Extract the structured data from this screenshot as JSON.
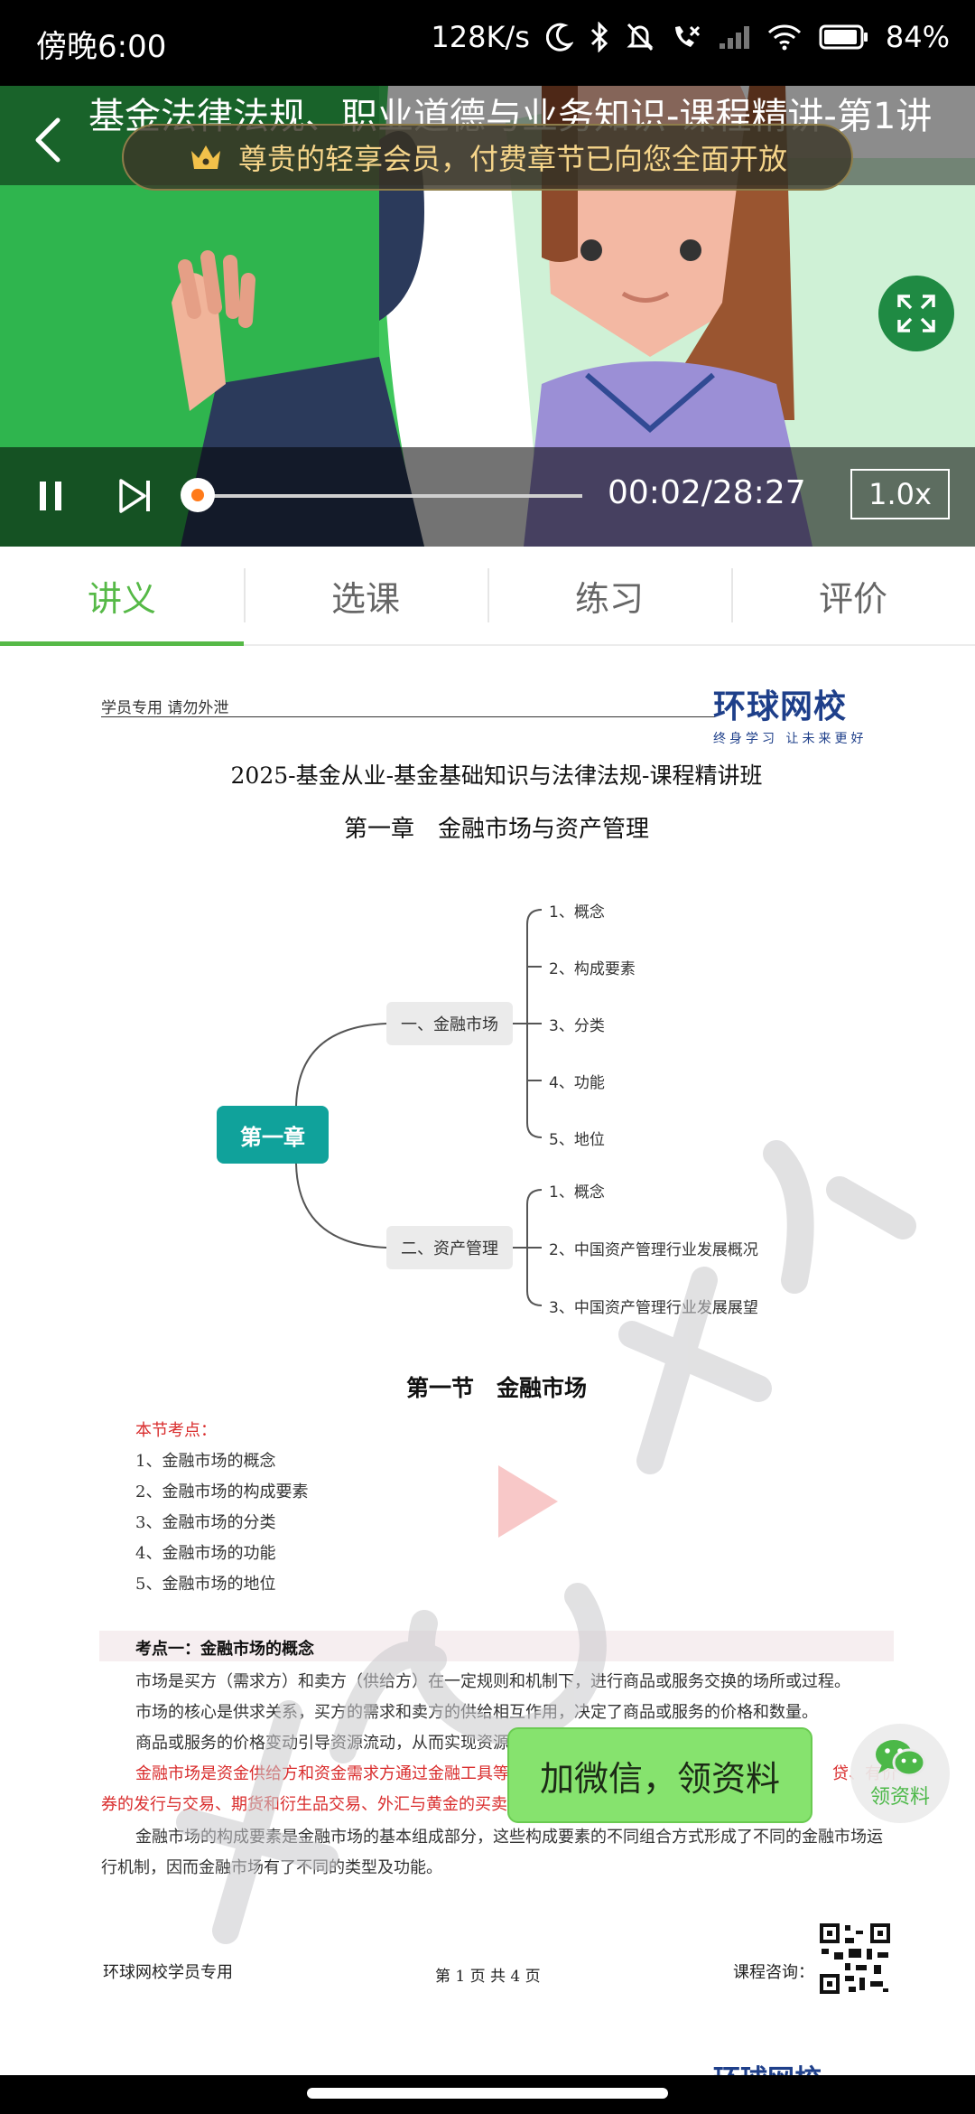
{
  "status_bar": {
    "time": "傍晚6:00",
    "net_speed": "128K/s",
    "battery": "84%"
  },
  "player": {
    "title": "基金法律法规、职业道德与业务知识-课程精讲-第1讲",
    "vip_banner": "尊贵的轻享会员，付费章节已向您全面开放",
    "time": "00:02/28:27",
    "speed": "1.0x",
    "progress_fraction": 0.0012
  },
  "tabs": [
    {
      "label": "讲义",
      "active": true
    },
    {
      "label": "选课",
      "active": false
    },
    {
      "label": "练习",
      "active": false
    },
    {
      "label": "评价",
      "active": false
    }
  ],
  "doc": {
    "header_left": "学员专用  请勿外泄",
    "logo_main": "环球网校",
    "logo_sub": "终身学习 让未来更好",
    "title": "2025-基金从业-基金基础知识与法律法规-课程精讲班",
    "chapter": "第一章　金融市场与资产管理",
    "mindmap": {
      "root": "第一章",
      "branch1": {
        "label": "一、金融市场",
        "leaves": [
          "1、概念",
          "2、构成要素",
          "3、分类",
          "4、功能",
          "5、地位"
        ]
      },
      "branch2": {
        "label": "二、资产管理",
        "leaves": [
          "1、概念",
          "2、中国资产管理行业发展概况",
          "3、中国资产管理行业发展展望"
        ]
      }
    },
    "section_title": "第一节　金融市场",
    "key_head": "本节考点：",
    "key_points": [
      "1、金融市场的概念",
      "2、金融市场的构成要素",
      "3、金融市场的分类",
      "4、金融市场的功能",
      "5、金融市场的地位"
    ],
    "kp_title": "考点一：金融市场的概念",
    "para1": "市场是买方（需求方）和卖方（供给方）在一定规则和机制下，进行商品或服务交换的场所或过程。",
    "para2": "市场的核心是供求关系，买方的需求和卖方的供给相互作用，决定了商品或服务的价格和数量。",
    "para3": "商品或服务的价格变动引导资源流动，从而实现资源",
    "para4_red": "金融市场是资金供给方和资金需求方通过金融工具等",
    "para4_red_tail": "贷、有价",
    "para5_red": "券的发行与交易、期货和衍生品交易、外汇与黄金的买卖",
    "para6": "金融市场的构成要素是金融市场的基本组成部分，这些构成要素的不同组合方式形成了不同的金融市场运行机制，因而金融市场有了不同的类型及功能。",
    "footer_left": "环球网校学员专用",
    "footer_page": "第 1 页 共 4 页",
    "footer_consult": "课程咨询：",
    "logo_peek": "环球网校"
  },
  "wechat": {
    "cta": "加微信，领资料",
    "float_label": "领资料"
  },
  "colors": {
    "accent_green": "#56b947",
    "progress_orange": "#ff7a1a",
    "mindmap_teal": "#10a29b",
    "doc_red": "#d92c2c",
    "logo_blue": "#1e3f8a"
  }
}
